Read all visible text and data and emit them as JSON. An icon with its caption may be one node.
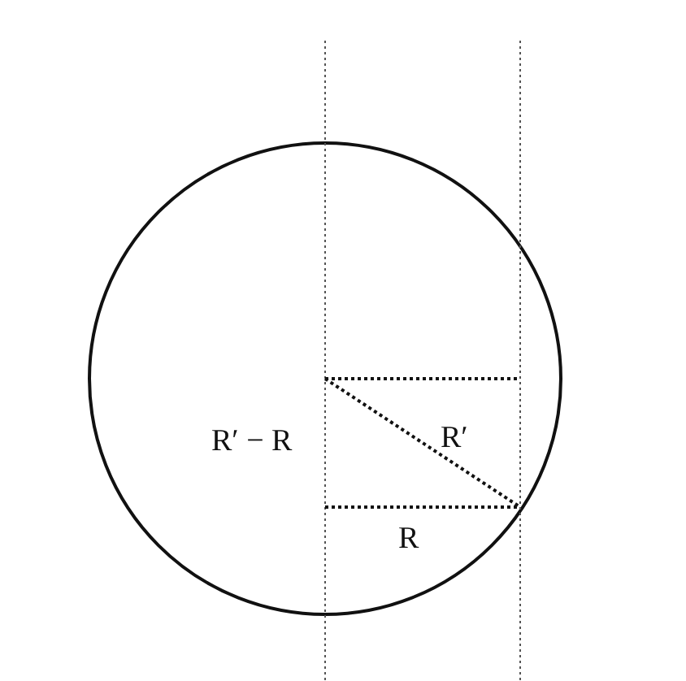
{
  "diagram": {
    "labels": [
      "R′ − R",
      "R′",
      "R"
    ]
  }
}
